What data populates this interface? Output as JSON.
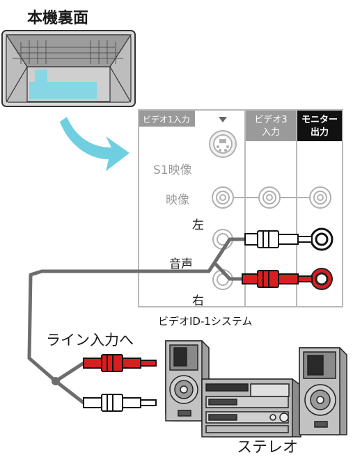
{
  "rear_label": "本機裏面",
  "panel": {
    "video1_header": "ビデオ1入力",
    "video3_header_line1": "ビデオ3",
    "video3_header_line2": "入力",
    "monitor_header_line1": "モニター",
    "monitor_header_line2": "出力",
    "s1_label": "S1映像",
    "video_label": "映像",
    "left_label": "左",
    "audio_label": "音声",
    "right_label": "右",
    "system_name": "ビデオID-1システム"
  },
  "line_in_label": "ライン入力へ",
  "stereo_label": "ステレオ",
  "colors": {
    "panel_gray": "#9a9a9a",
    "panel_border": "#b9b9b9",
    "monitor_black": "#111111",
    "arrow_blue": "#6fcfe0",
    "rear_highlight": "#86d6e6",
    "plug_red": "#d81e1e",
    "cable_gray": "#6d6d6d"
  }
}
